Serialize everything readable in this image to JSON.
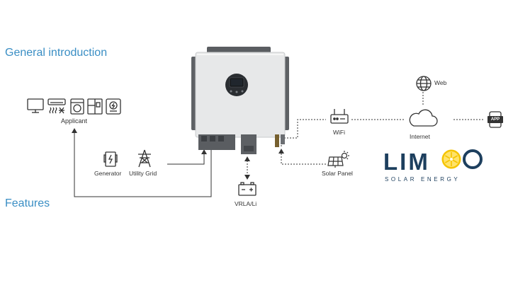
{
  "sections": {
    "general_intro": "General introduction",
    "features": "Features"
  },
  "devices": {
    "applicant": "Applicant",
    "generator": "Generator",
    "utility_grid": "Utility Grid",
    "battery": "VRLA/Li",
    "wifi": "WiFi",
    "solar_panel": "Solar Panel",
    "internet": "Internet",
    "web": "Web",
    "app": "APP"
  },
  "brand": {
    "name": "LIMOO",
    "tagline": "SOLAR ENERGY",
    "color": "#1d3f5e",
    "accent": "#f5c400"
  },
  "colors": {
    "title": "#3a8ec4",
    "line": "#333333"
  }
}
